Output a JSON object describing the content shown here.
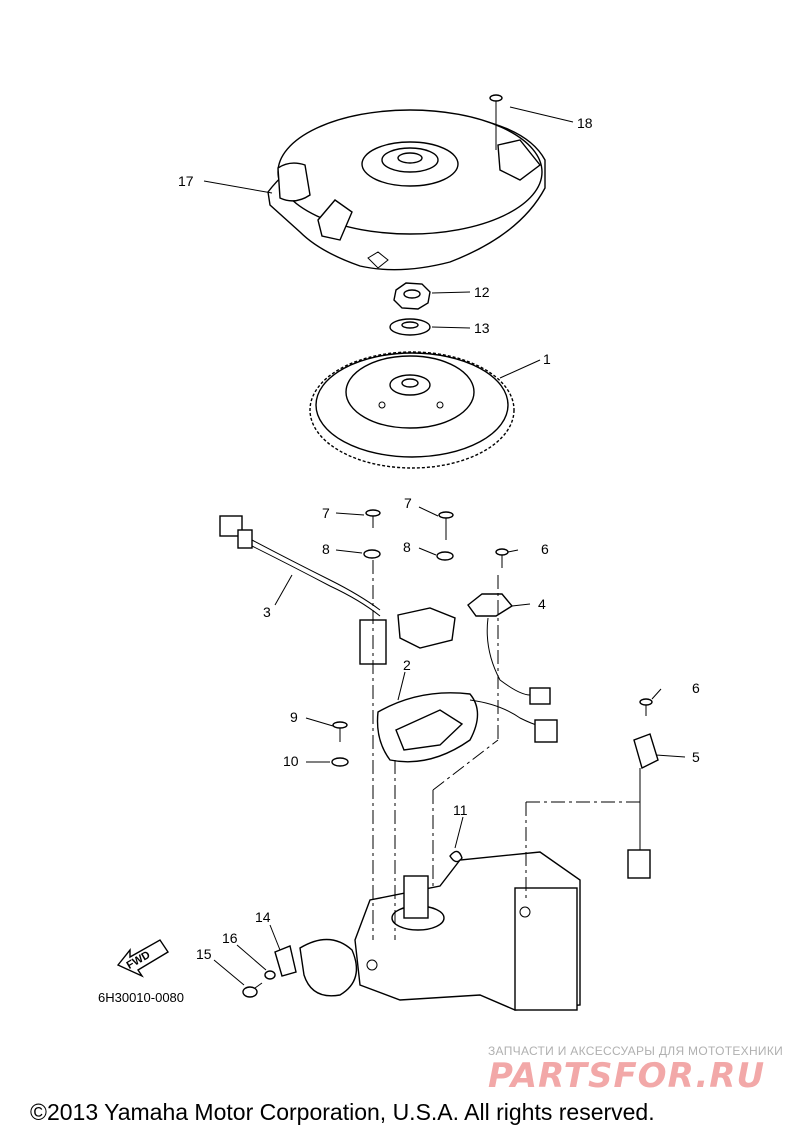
{
  "diagram": {
    "figure_code": "6H30010-0080",
    "fwd_label": "FWD",
    "callouts": {
      "c1": "1",
      "c2": "2",
      "c3": "3",
      "c4": "4",
      "c5": "5",
      "c6a": "6",
      "c6b": "6",
      "c7a": "7",
      "c7b": "7",
      "c8a": "8",
      "c8b": "8",
      "c9": "9",
      "c10": "10",
      "c11": "11",
      "c12": "12",
      "c13": "13",
      "c14": "14",
      "c15": "15",
      "c16": "16",
      "c17": "17",
      "c18": "18"
    }
  },
  "watermark": {
    "tagline": "ЗАПЧАСТИ И АКСЕССУАРЫ ДЛЯ МОТОТЕХНИКИ",
    "logo": "PARTSFOR.RU"
  },
  "footer": {
    "copyright": "©2013 Yamaha Motor Corporation, U.S.A. All rights reserved."
  }
}
